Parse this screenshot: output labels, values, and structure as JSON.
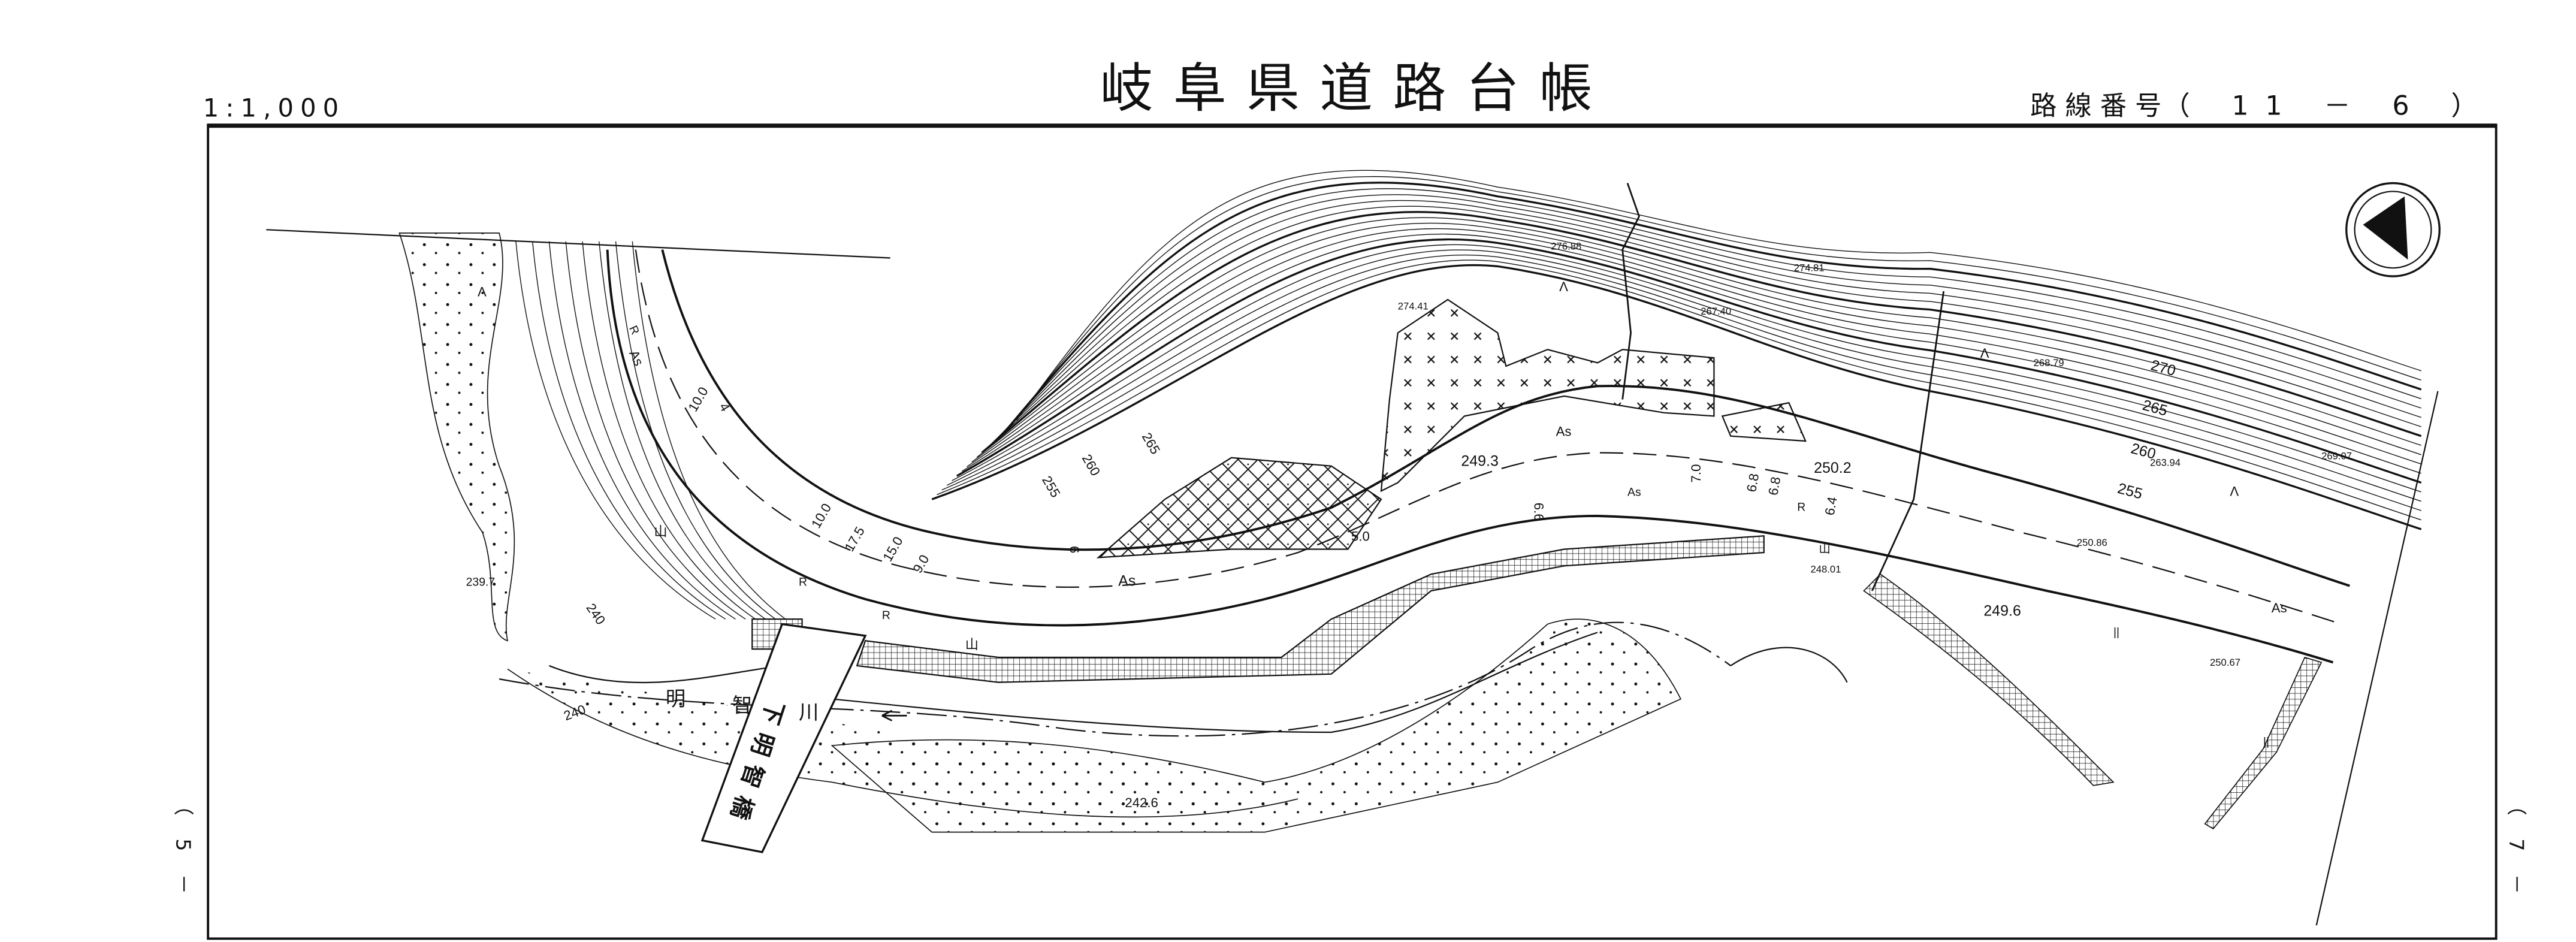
{
  "header": {
    "scale": "1:1,000",
    "title": "岐阜県道路台帳",
    "route_number_label": "路線番号",
    "route_number": "（ 11 － 6 ）"
  },
  "side_marks": {
    "left": "（ 5 －",
    "right": "（ 7 －"
  },
  "map": {
    "north_arrow": "north-arrow-icon",
    "river_name": [
      "明",
      "智",
      "川"
    ],
    "bridge_name": "下明智橋",
    "surface_labels": [
      "As",
      "As",
      "As",
      "As",
      "As"
    ],
    "marker_labels": [
      "R",
      "R",
      "R",
      "R"
    ],
    "land_use_labels": [
      "山",
      "山",
      "山",
      "Λ",
      "Λ",
      "Λ",
      "Λ",
      "||",
      "||"
    ],
    "contour_labels": [
      "270",
      "265",
      "260",
      "255",
      "265",
      "260",
      "255",
      "240",
      "240"
    ],
    "spot_heights": [
      "274.81",
      "276.88",
      "274.41",
      "267.40",
      "268.79",
      "263.94",
      "269.07",
      "249.3",
      "250.2",
      "250.86",
      "248.01",
      "249.6",
      "250.67",
      "239.7",
      "242.6"
    ],
    "width_labels": [
      "10.0",
      "4",
      "10.0",
      "17.5",
      "15.0",
      "9.0",
      "6",
      "5.0",
      "6.6",
      "7.0",
      "6.8",
      "6.8",
      "6.4"
    ]
  }
}
